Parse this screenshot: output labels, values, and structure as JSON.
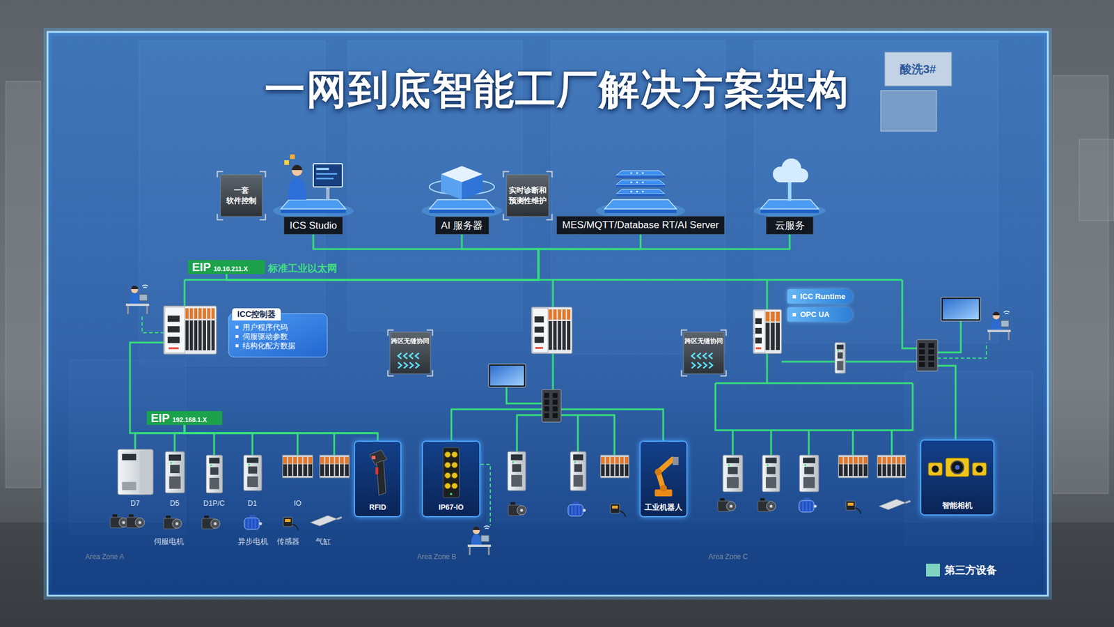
{
  "diagram": {
    "title": "一网到底智能工厂解决方案架构",
    "nodes": [
      {
        "text": [
          "一套 软件控制"
        ]
      },
      {
        "text": [
          "ICS Studio"
        ]
      },
      {
        "text": [
          "AI 服务器"
        ]
      },
      {
        "text": [
          "实时诊断和 预测性维护"
        ]
      },
      {
        "text": [
          "MES/MQTT/Database RT/AI Server"
        ]
      },
      {
        "text": [
          "云服务"
        ]
      },
      {
        "text": [
          "EIP",
          "10.10.211.X"
        ]
      },
      {
        "text": [
          "ICC控制器",
          "用户程序代码",
          "伺服驱动参数",
          "结构化配方数据"
        ]
      },
      {
        "text": [
          "ICC Runtime"
        ]
      },
      {
        "text": [
          "OPC UA"
        ]
      },
      {
        "text": [
          "跨区无缝协同"
        ]
      },
      {
        "text": [
          "跨区无缝协同"
        ]
      },
      {
        "text": [
          "EIP",
          "192.168.1.X"
        ]
      },
      {
        "text": [
          "D7"
        ]
      },
      {
        "text": [
          "D5"
        ]
      },
      {
        "text": [
          "D1P/C"
        ]
      },
      {
        "text": [
          "D1"
        ]
      },
      {
        "text": [
          "IO"
        ]
      },
      {
        "text": [
          "RFID"
        ]
      },
      {
        "text": [
          "IP67-IO"
        ]
      },
      {
        "text": [
          "工业机器人"
        ]
      },
      {
        "text": [
          "智能相机"
        ]
      }
    ],
    "edges": [
      {
        "from": 1,
        "to": 6,
        "arrow": "none"
      },
      {
        "from": 2,
        "to": 6,
        "arrow": "none"
      },
      {
        "from": 4,
        "to": 6,
        "arrow": "none"
      },
      {
        "from": 5,
        "to": 6,
        "arrow": "none"
      },
      {
        "from": 12,
        "to": 13,
        "arrow": "none"
      },
      {
        "from": 12,
        "to": 14,
        "arrow": "none"
      },
      {
        "from": 12,
        "to": 15,
        "arrow": "none"
      },
      {
        "from": 12,
        "to": 16,
        "arrow": "none"
      },
      {
        "from": 12,
        "to": 17,
        "arrow": "none"
      },
      {
        "from": 12,
        "to": 18,
        "arrow": "none"
      }
    ],
    "labels": [
      "酸洗3#",
      "标准工业以太网",
      "伺服电机",
      "异步电机",
      "传感器",
      "气缸",
      "Area Zone A",
      "Area Zone B",
      "Area Zone C"
    ],
    "legend": [
      {
        "text": "第三方设备",
        "color": "#7fd4c1"
      }
    ]
  }
}
